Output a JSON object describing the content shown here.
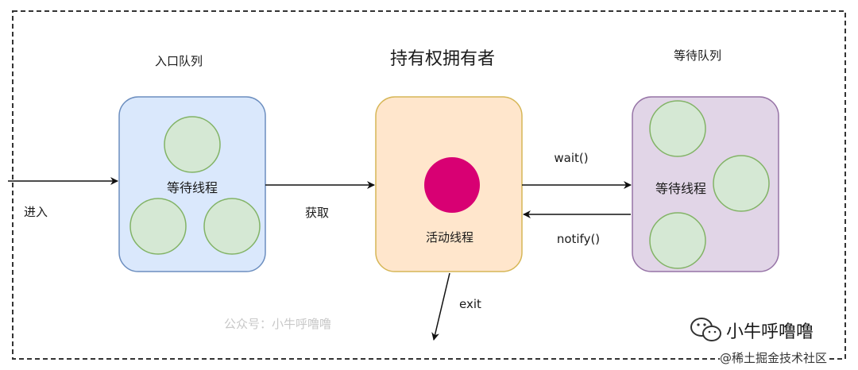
{
  "title": "持有权拥有者",
  "entry_queue": {
    "title": "入口队列",
    "box_label": "等待线程",
    "box_fill": "#dae8fc",
    "box_stroke": "#6c8ebf"
  },
  "owner": {
    "box_label": "活动线程",
    "box_fill": "#ffe6cc",
    "box_stroke": "#d6b656",
    "active_fill": "#d80073"
  },
  "wait_set": {
    "title": "等待队列",
    "box_label": "等待线程",
    "box_fill": "#e1d5e7",
    "box_stroke": "#9673a6"
  },
  "thread_fill": "#d5e8d4",
  "thread_stroke": "#82b366",
  "edges": {
    "enter": "进入",
    "acquire": "获取",
    "wait": "wait()",
    "notify": "notify()",
    "exit": "exit"
  },
  "watermarks": {
    "public_account": "公众号：小牛呼噜噜",
    "brand": "小牛呼噜噜",
    "community": "@稀土掘金技术社区"
  }
}
